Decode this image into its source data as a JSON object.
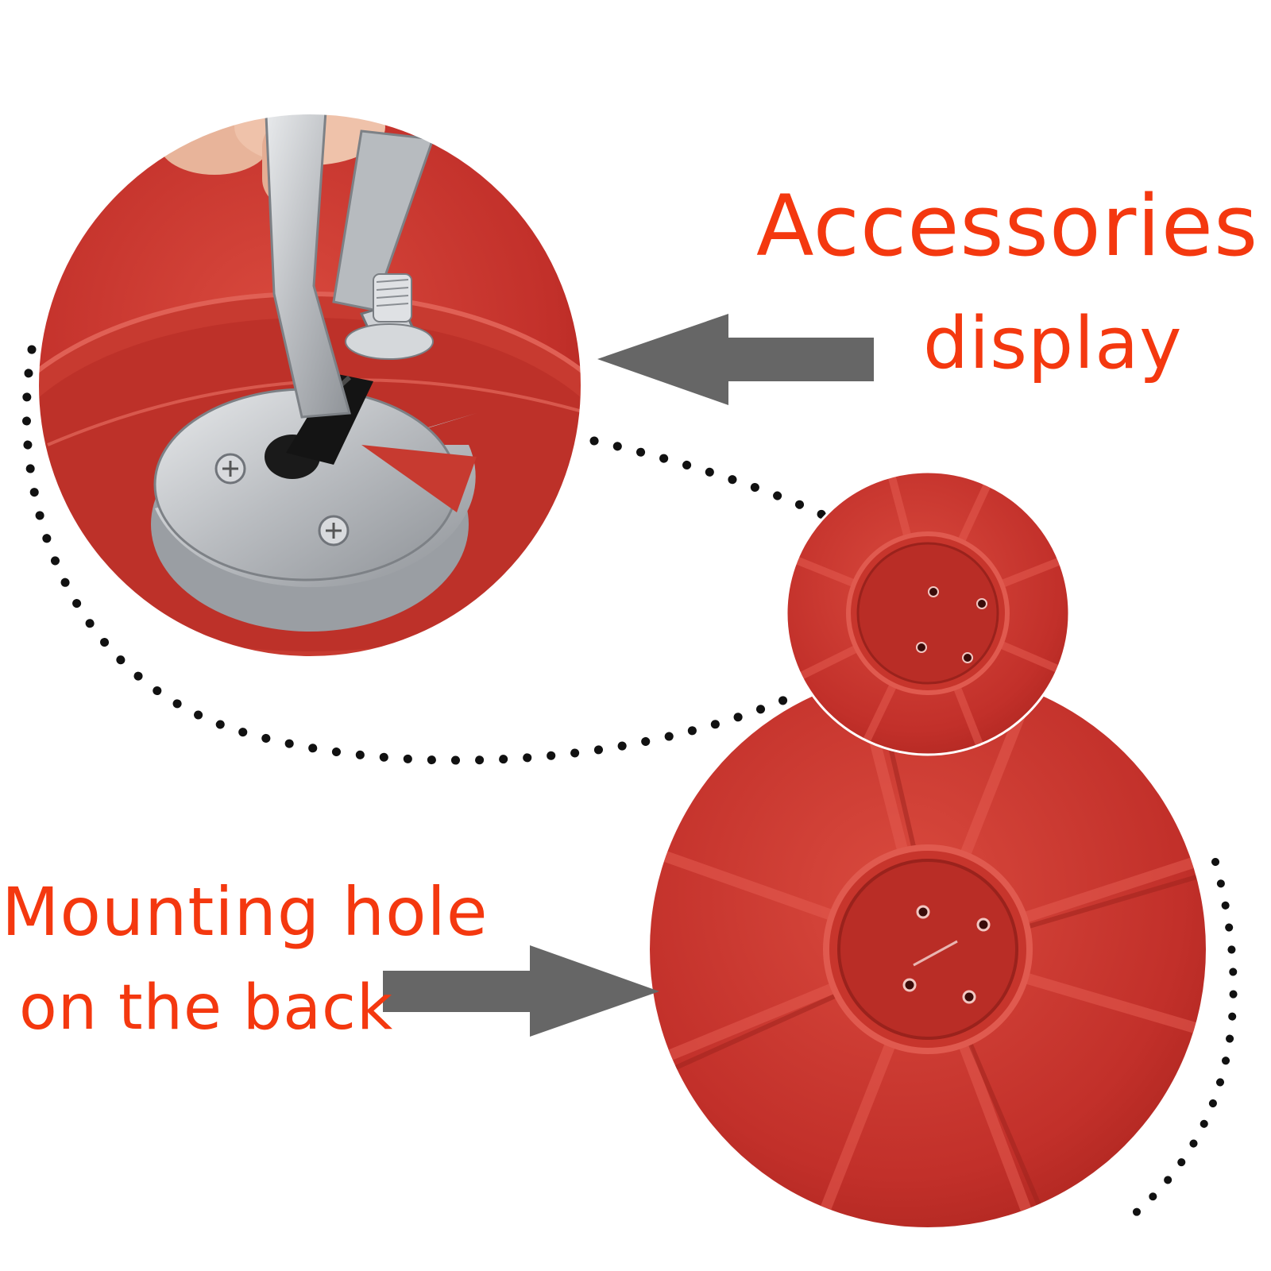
{
  "colors": {
    "caption": "#f4380f",
    "mirror_back": "#c63228",
    "mirror_shadow": "#8e1c16",
    "metal": "#c9ccd0",
    "arrow": "#666666",
    "dots": "#111111"
  },
  "captions": {
    "accessories": {
      "line1": "Accessories",
      "line2": "display"
    },
    "mounting": {
      "line1": "Mounting hole",
      "line2": "on the back"
    }
  },
  "graphics": {
    "left_arrow_icon": "arrow-left-icon",
    "right_arrow_icon": "arrow-right-icon",
    "mounting_holes_per_plate": 4
  }
}
